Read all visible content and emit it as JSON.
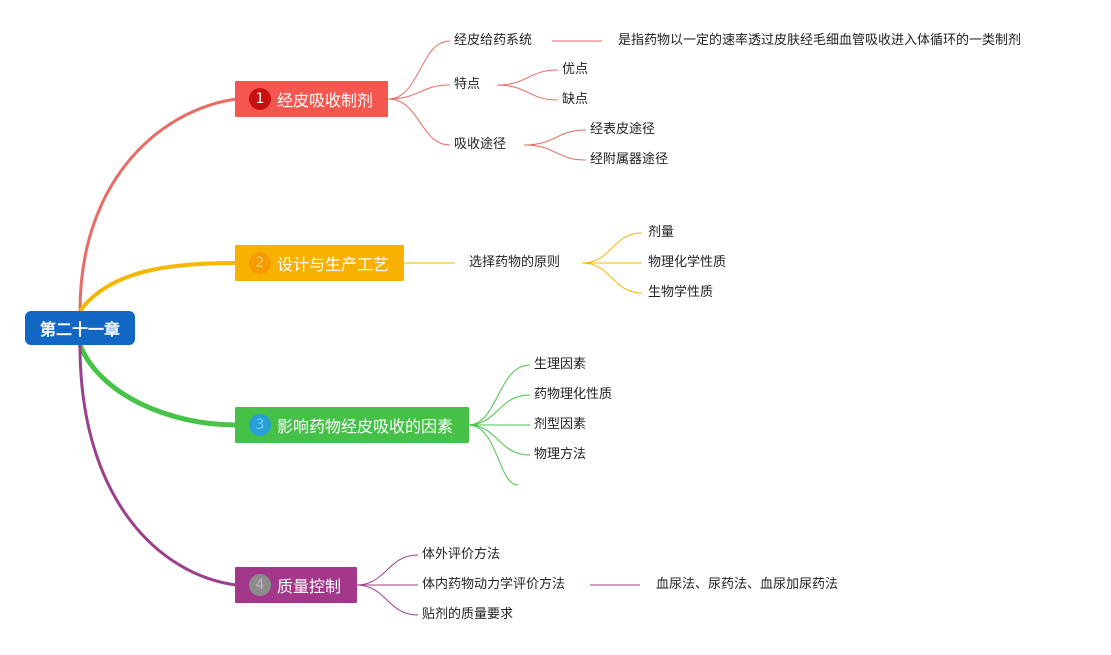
{
  "root": {
    "label": "第二十一章"
  },
  "branches": [
    {
      "num": "1",
      "label": "经皮吸收制剂",
      "color": "#f4574f",
      "badge_bg": "#c91010",
      "badge_fg": "#ffffff",
      "line_color": "#e96b63"
    },
    {
      "num": "2",
      "label": "设计与生产工艺",
      "color": "#f8b100",
      "badge_bg": "#f59a00",
      "badge_fg": "#f4d070",
      "line_color": "#f5b800"
    },
    {
      "num": "3",
      "label": "影响药物经皮吸收的因素",
      "color": "#45c147",
      "badge_bg": "#2a9fd6",
      "badge_fg": "#6ad0ff",
      "line_color": "#47c447"
    },
    {
      "num": "4",
      "label": "质量控制",
      "color": "#a3388a",
      "badge_bg": "#8c8c8c",
      "badge_fg": "#c9b6c4",
      "line_color": "#9c3f8c"
    }
  ],
  "b1": {
    "system": "经皮给药系统",
    "definition": "是指药物以一定的速率透过皮肤经毛细血管吸收进入体循环的一类制剂",
    "features": "特点",
    "pros": "优点",
    "cons": "缺点",
    "route": "吸收途径",
    "route_skin": "经表皮途径",
    "route_app": "经附属器途径"
  },
  "b2": {
    "principle": "选择药物的原则",
    "dose": "剂量",
    "physchem": "物理化学性质",
    "bio": "生物学性质"
  },
  "b3": {
    "phys": "生理因素",
    "drug_prop": "药物理化性质",
    "form": "剂型因素",
    "method": "物理方法"
  },
  "b4": {
    "invitro": "体外评价方法",
    "invivo": "体内药物动力学评价方法",
    "urine": "血尿法、尿药法、血尿加尿药法",
    "patch": "贴剂的质量要求"
  }
}
